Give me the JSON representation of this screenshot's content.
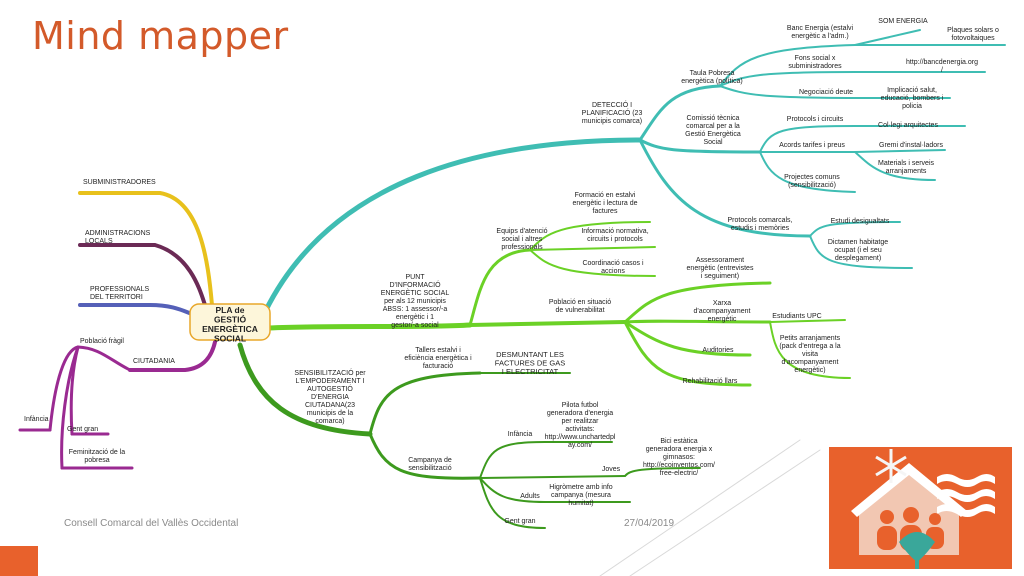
{
  "slide": {
    "title": "Mind mapper",
    "footer_left": "Consell Comarcal del Vallès Occidental",
    "footer_date": "27/04/2019"
  },
  "colors": {
    "title": "#d35a2a",
    "accent": "#e8612c",
    "teal": "#3fbdb3",
    "green": "#5ab52a",
    "dark_green": "#3d9a1e",
    "light_green": "#6bd126",
    "purple": "#9a2a91",
    "yellow": "#e8c11c",
    "plum": "#6b2a55",
    "blue": "#5560b8"
  },
  "map": {
    "center": [
      "PLA de",
      "GESTIÓ",
      "ENERGÈTICA",
      "SOCIAL"
    ],
    "left": {
      "suministradores": "SUBMINISTRADORES",
      "administracions": [
        "ADMINISTRACIONS",
        "LOCALS"
      ],
      "professionals": [
        "PROFESSIONALS",
        "DEL TERRITORI"
      ],
      "ciutadania": "CIUTADANIA",
      "poblacio_fragil": "Població fràgil",
      "infancia": "Infància",
      "gent_gran": "Gent gran",
      "feminitzacio": [
        "Feminització de la",
        "pobresa"
      ]
    },
    "deteccio": {
      "label": [
        "DETECCIÓ I",
        "PLANIFICACIÓ (23",
        "municipis comarca)"
      ],
      "taula": [
        "Taula Pobresa",
        "energètica (política)"
      ],
      "banc": [
        "Banc Energia (estalvi",
        "energètic a l'adm.)"
      ],
      "som_energia": "SOM ENERGIA",
      "plaques": [
        "Plaques solars o",
        "fotovoltaiques"
      ],
      "fons": [
        "Fons social x",
        "subministradores"
      ],
      "banc_url": [
        "http://bancdenergia.org",
        "/"
      ],
      "negociacio": "Negociació deute",
      "implicacio": [
        "Implicació salut,",
        "educació, bombers i",
        "policia"
      ],
      "comissio": [
        "Comissió tècnica",
        "comarcal per a la",
        "Gestió Energètica",
        "Social"
      ],
      "protocols_circuits": "Protocols i circuits",
      "collegi": "Col·legi arquitectes",
      "acords": "Acords tarifes i preus",
      "gremi": "Gremi d'instal·ladors",
      "materials": [
        "Materials i serveis",
        "arranjaments"
      ],
      "projectes": [
        "Projectes comuns",
        "(sensibilització)"
      ],
      "protocols_comarcals": [
        "Protocols comarcals,",
        "estudis i memòries"
      ],
      "estudi": "Estudi desigualtats",
      "dictamen": [
        "Dictamen habitatge",
        "ocupat (i el seu",
        "desplegament)"
      ]
    },
    "punt": {
      "label": [
        "PUNT",
        "D'INFORMACIÓ",
        "ENERGÈTIC SOCIAL",
        "per als 12 municipis",
        "ABSS: 1 assessor/-a",
        "energètic i 1",
        "gestor/-a social"
      ],
      "equips": [
        "Equips d'atenció",
        "social i altres",
        "professionals"
      ],
      "formacio": [
        "Formació en estalvi",
        "energètic i lectura de",
        "factures"
      ],
      "informacio": [
        "Informació normativa,",
        "circuits i protocols"
      ],
      "coordinacio": [
        "Coordinació casos i",
        "accions"
      ],
      "poblacio_vulnerabilitat": [
        "Població en situació",
        "de vulnerabilitat"
      ],
      "assessorament": [
        "Assessorament",
        "energètic (entrevistes",
        "i seguiment)"
      ],
      "xarxa": [
        "Xarxa",
        "d'acompanyament",
        "energètic"
      ],
      "estudiants": "Estudiants UPC",
      "petits": [
        "Petits arranjaments",
        "(pack d'entrega a la",
        "visita",
        "d'acompanyament",
        "energètic)"
      ],
      "auditories": "Auditories",
      "rehabilitacio": "Rehabilitació llars"
    },
    "sensibilitzacio": {
      "label": [
        "SENSIBILITZACIÓ per",
        "L'EMPODERAMENT I",
        "AUTOGESTIÓ",
        "D'ENERGIA",
        "CIUTADANA(23",
        "municipis de la",
        "comarca)"
      ],
      "tallers": [
        "Tallers estalvi i",
        "eficiència energètica i",
        "facturació"
      ],
      "desmuntant": [
        "DESMUNTANT LES",
        "FACTURES DE GAS",
        "I ELECTRICITAT"
      ],
      "campanya": [
        "Campanya de",
        "sensibilització"
      ],
      "infancia": "Infància",
      "pilota": [
        "Pilota futbol",
        "generadora d'energia",
        "per realitzar",
        "activitats:",
        "http://www.unchartedpl",
        "ay.com/"
      ],
      "joves": "Joves",
      "bici": [
        "Bici estàtica",
        "generadora energia x",
        "gimnasos:",
        "http://ecoinventos.com/",
        "free-electric/"
      ],
      "adults": "Adults",
      "higrometre": [
        "Higròmetre amb info",
        "campanya (mesura",
        "humitat)"
      ],
      "gent_gran": "Gent gran"
    }
  }
}
